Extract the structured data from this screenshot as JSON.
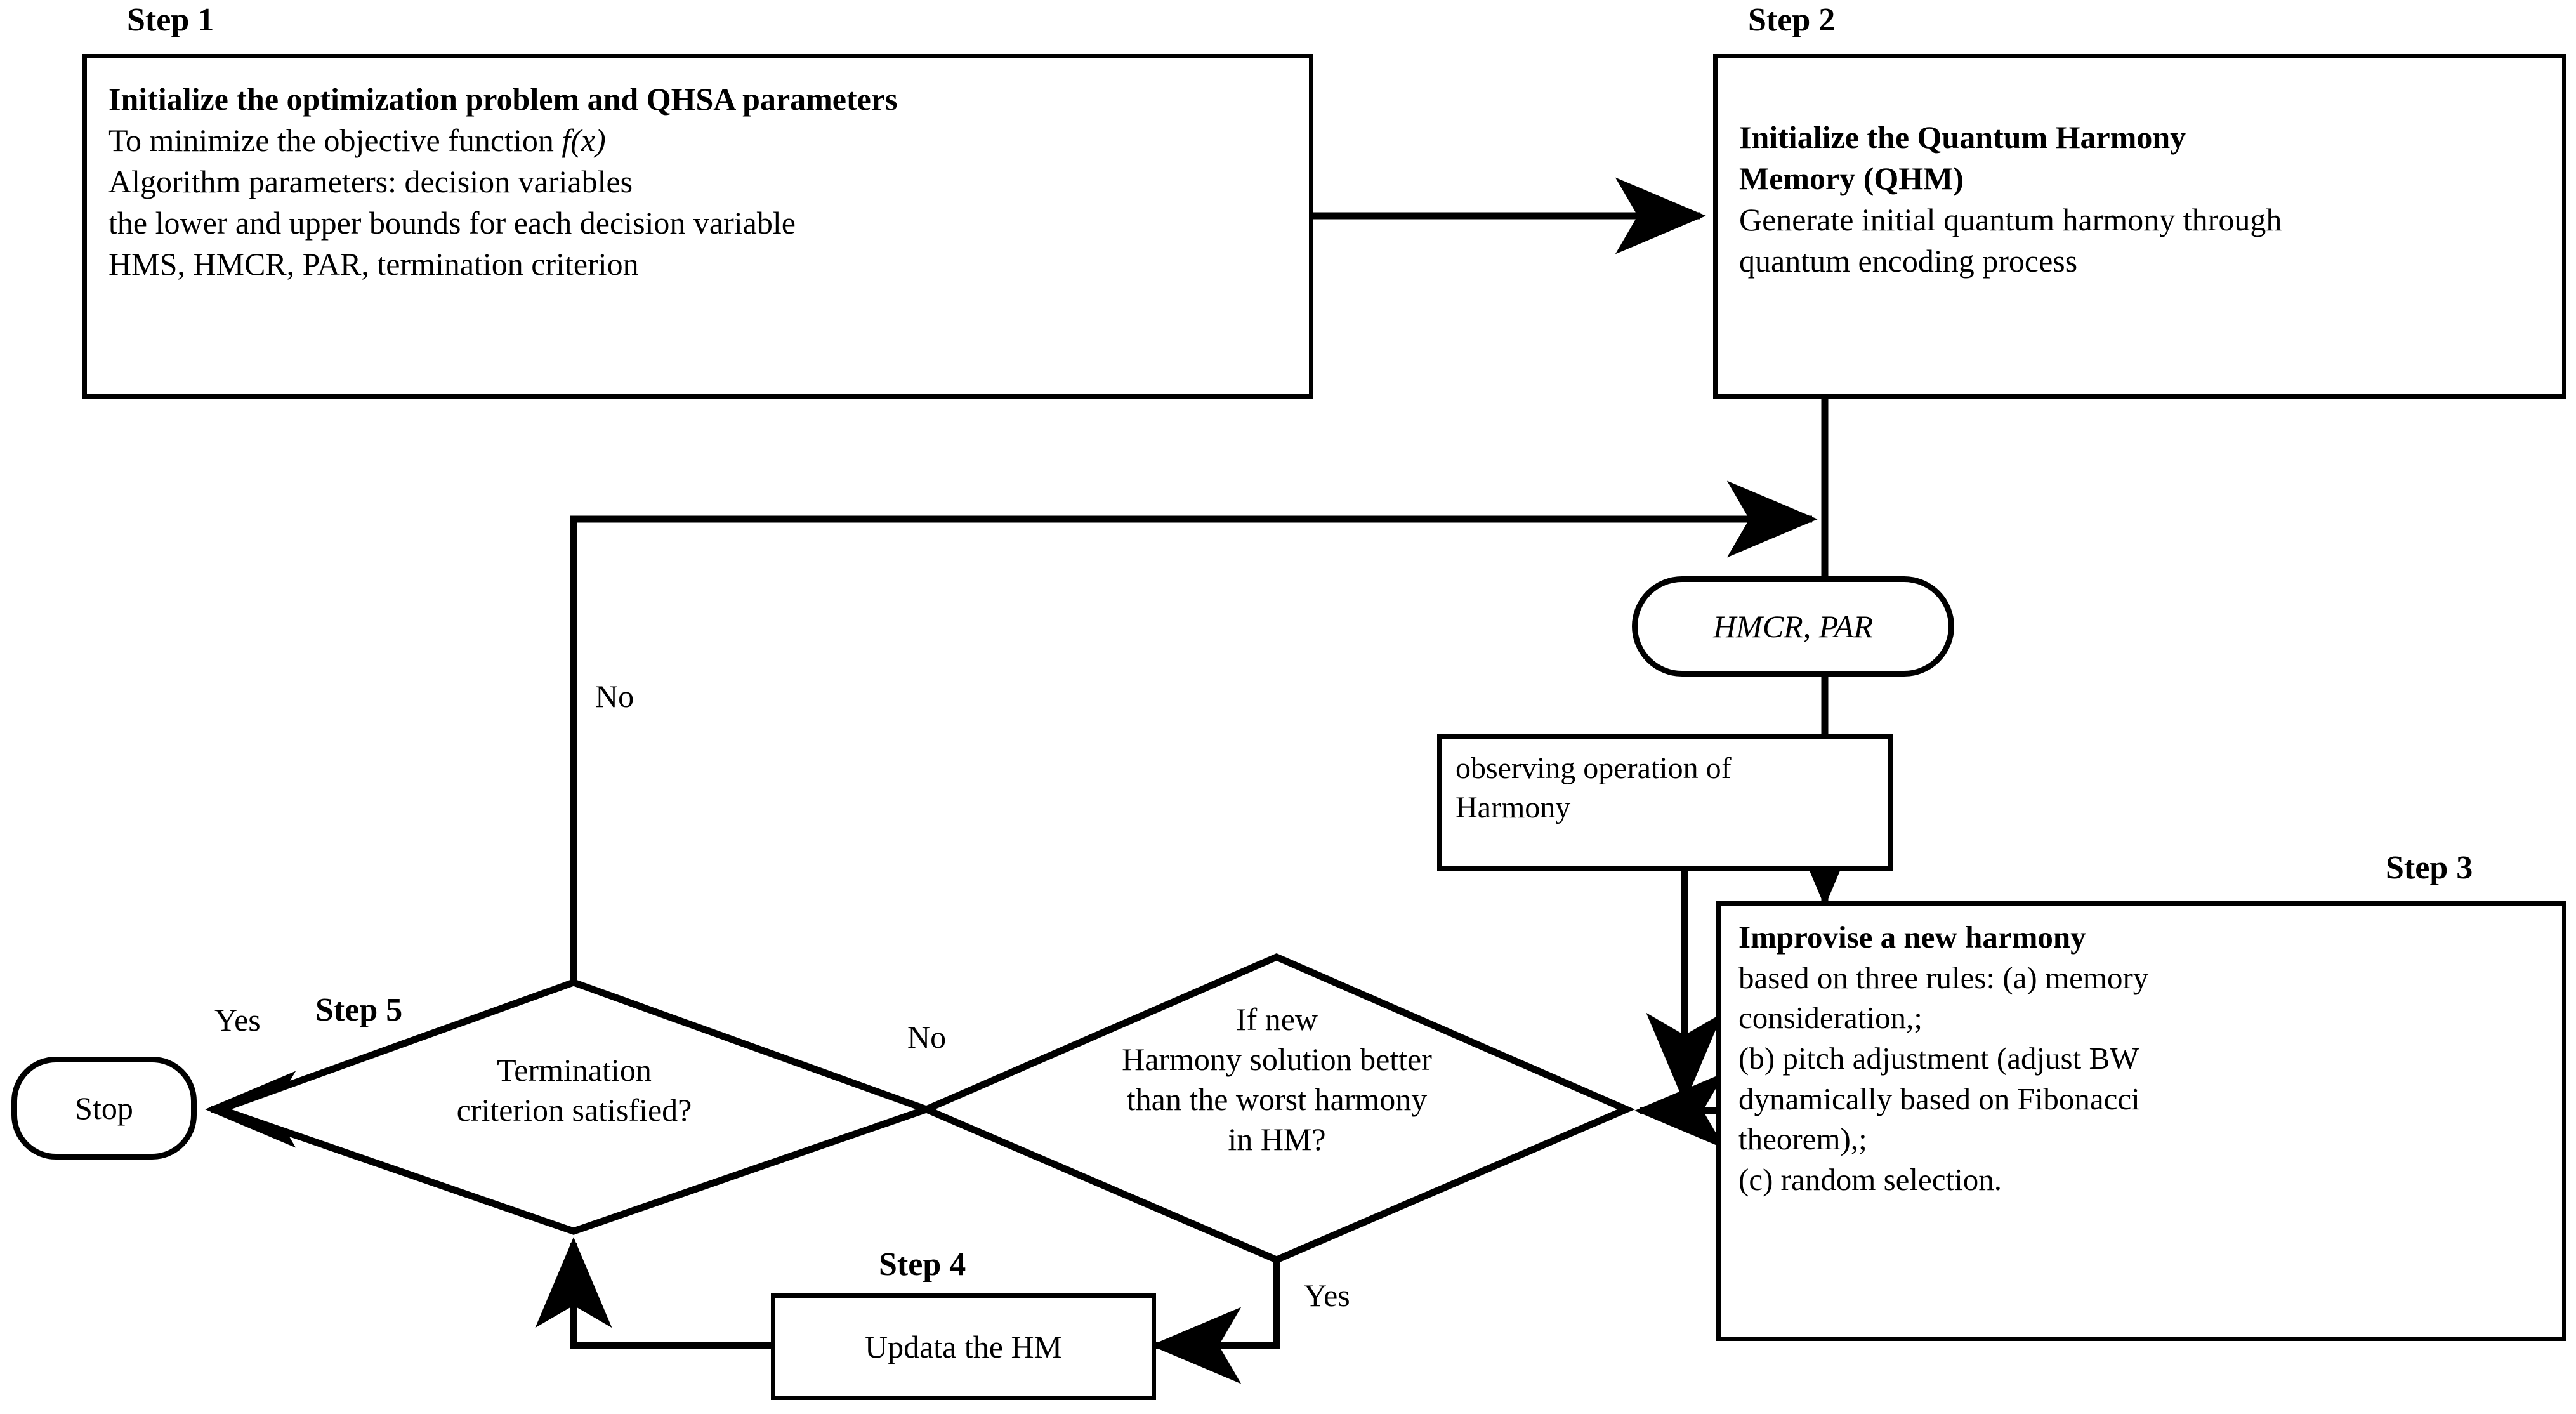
{
  "diagram": {
    "title_semantic": "QHSA quantum harmony search algorithm flowchart",
    "colors": {
      "stroke": "#000000",
      "fill": "#ffffff",
      "text": "#000000"
    }
  },
  "step_labels": {
    "step1": "Step 1",
    "step2": "Step 2",
    "step3": "Step 3",
    "step4": "Step 4",
    "step5": "Step 5"
  },
  "nodes": {
    "step1_box": {
      "heading": "Initialize the optimization problem and QHSA parameters",
      "lines": [
        "To minimize the objective function ",
        "Algorithm parameters: decision variables",
        "the lower and upper bounds for each decision variable",
        "HMS, HMCR, PAR, termination criterion"
      ],
      "italic_term": "f(x)"
    },
    "step2_box": {
      "heading_line1": "Initialize the Quantum Harmony",
      "heading_line2": "Memory (QHM)",
      "lines": [
        "Generate initial quantum harmony through",
        "quantum encoding process"
      ]
    },
    "step3_box": {
      "heading": "Improvise a new harmony",
      "lines": [
        "based on three rules: (a) memory",
        "consideration,;",
        "(b) pitch adjustment (adjust BW",
        "dynamically based on Fibonacci",
        "theorem),;",
        "(c) random selection."
      ]
    },
    "step4_box": {
      "label": "Updata the HM"
    },
    "params_node": {
      "label": "HMCR, PAR"
    },
    "observing_box": {
      "line1": "observing operation of",
      "line2": "Harmony"
    },
    "stop_node": {
      "label": "Stop"
    },
    "decision_harmony": {
      "lines": [
        "If new",
        "Harmony solution better",
        "than the worst harmony",
        "in HM?"
      ]
    },
    "decision_termination": {
      "lines": [
        "Termination",
        "criterion satisfied?"
      ]
    }
  },
  "edge_labels": {
    "no_loopback": "No",
    "no_to_termination": "No",
    "yes_to_stop": "Yes",
    "yes_to_update": "Yes"
  }
}
